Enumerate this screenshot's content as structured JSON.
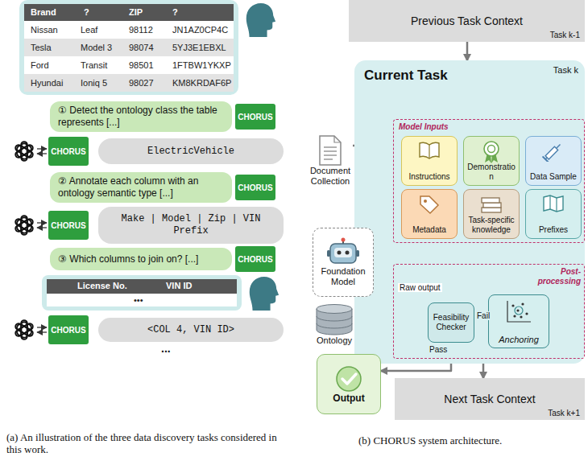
{
  "diagram": {
    "nodes": [
      {
        "text": [
          "① Detect the ontology class the table represents [...]"
        ]
      },
      {
        "text": [
          "CHORUS"
        ]
      },
      {
        "text": [
          "CHORUS"
        ]
      },
      {
        "text": [
          "ElectricVehicle"
        ]
      },
      {
        "text": [
          "② Annotate each column with an ontology semantic type [...]"
        ]
      },
      {
        "text": [
          "CHORUS"
        ]
      },
      {
        "text": [
          "CHORUS"
        ]
      },
      {
        "text": [
          "Make | Model | Zip | VIN Prefix"
        ]
      },
      {
        "text": [
          "③ Which columns to join on? [...]"
        ]
      },
      {
        "text": [
          "CHORUS"
        ]
      },
      {
        "text": [
          "CHORUS"
        ]
      },
      {
        "text": [
          "<COL 4, VIN ID>"
        ]
      },
      {
        "text": [
          "Previous Task Context",
          "Task k-1"
        ]
      },
      {
        "text": [
          "Current Task",
          "Task k"
        ]
      },
      {
        "text": [
          "Model Inputs"
        ],
        "in": 13
      },
      {
        "text": [
          "Instructions"
        ],
        "in": 14
      },
      {
        "text": [
          "Demonstration"
        ],
        "in": 14
      },
      {
        "text": [
          "Data Sample"
        ],
        "in": 14
      },
      {
        "text": [
          "Metadata"
        ],
        "in": 14
      },
      {
        "text": [
          "Task-specific knowledge"
        ],
        "in": 14
      },
      {
        "text": [
          "Prefixes"
        ],
        "in": 14
      },
      {
        "text": [
          "Post-processing"
        ],
        "in": 13
      },
      {
        "text": [
          "Feasibility Checker"
        ],
        "in": 21
      },
      {
        "text": [
          "Anchoring"
        ],
        "in": 21
      },
      {
        "text": [
          "Document Collection"
        ]
      },
      {
        "text": [
          "Foundation Model"
        ]
      },
      {
        "text": [
          "Ontology"
        ]
      },
      {
        "text": [
          "Output"
        ]
      },
      {
        "text": [
          "Next Task Context",
          "Task k+1"
        ]
      }
    ],
    "edges": [
      {
        "from": 12,
        "to": 13,
        "arrow": "to"
      },
      {
        "from": 24,
        "to": 14,
        "arrow": "to"
      },
      {
        "from": 14,
        "to": 25,
        "arrow": "to"
      },
      {
        "from": 25,
        "to": 22,
        "label": "Raw output",
        "arrow": "to"
      },
      {
        "from": 26,
        "to": 22,
        "arrow": "to"
      },
      {
        "from": 22,
        "to": 23,
        "label": "Fail",
        "arrow": "to"
      },
      {
        "from": 22,
        "to": 27,
        "label": "Pass",
        "arrow": "to"
      },
      {
        "from": 23,
        "to": 14,
        "arrow": "to"
      },
      {
        "from": 13,
        "to": 28,
        "arrow": "to"
      }
    ],
    "labels": [
      "Brand",
      "?",
      "ZIP",
      "?",
      "Nissan",
      "Leaf",
      "98112",
      "JN1AZ0CP4C",
      "Tesla",
      "Model 3",
      "98074",
      "5YJ3E1EBXL",
      "Ford",
      "Transit",
      "98501",
      "1FTBW1YKXP",
      "Hyundai",
      "Ioniq 5",
      "98027",
      "KM8KRDAF6P",
      "License No.",
      "VIN ID",
      "•••",
      "...",
      "(a) An illustration of the three data discovery tasks considered in this work.",
      "(b) CHORUS system architecture."
    ]
  }
}
